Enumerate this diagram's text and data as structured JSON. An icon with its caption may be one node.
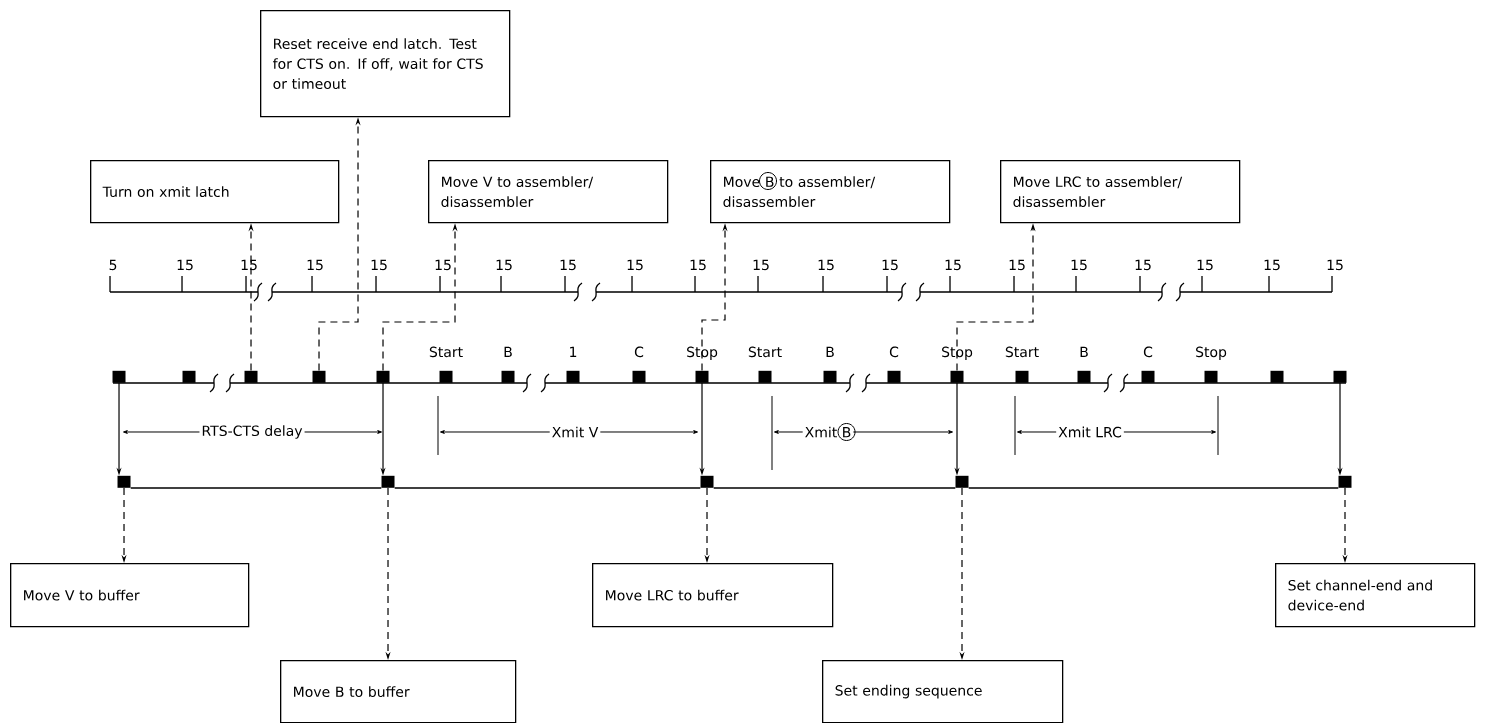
{
  "diagram": {
    "nodes": [
      {
        "text": [
          "Reset receive end latch. Test for CTS on. If off, wait for CTS or timeout"
        ]
      },
      {
        "text": [
          "Turn on xmit latch"
        ]
      },
      {
        "text": [
          "Move V to assembler/ disassembler"
        ]
      },
      {
        "text": [
          "Move B to assembler/ disassembler"
        ]
      },
      {
        "text": [
          "Move LRC to assembler/ disassembler"
        ]
      },
      {
        "text": [],
        "shape": "box"
      },
      {
        "text": [],
        "shape": "box"
      },
      {
        "text": [],
        "shape": "box"
      },
      {
        "text": [],
        "shape": "box"
      },
      {
        "text": [],
        "shape": "box"
      },
      {
        "text": [],
        "shape": "box"
      },
      {
        "text": [],
        "shape": "box"
      },
      {
        "text": [],
        "shape": "box"
      },
      {
        "text": [],
        "shape": "box"
      },
      {
        "text": [],
        "shape": "box"
      },
      {
        "text": [],
        "shape": "box"
      },
      {
        "text": [],
        "shape": "box"
      },
      {
        "text": [],
        "shape": "box"
      },
      {
        "text": [],
        "shape": "box"
      },
      {
        "text": [],
        "shape": "box"
      },
      {
        "text": [],
        "shape": "box"
      },
      {
        "text": [],
        "shape": "box"
      },
      {
        "text": [],
        "shape": "box"
      },
      {
        "text": [],
        "shape": "box"
      },
      {
        "text": [],
        "shape": "box"
      },
      {
        "text": [],
        "shape": "box"
      },
      {
        "text": [],
        "shape": "box"
      },
      {
        "text": [],
        "shape": "box"
      },
      {
        "text": [],
        "shape": "box"
      },
      {
        "text": [],
        "shape": "box"
      },
      {
        "text": [
          "Move V to buffer"
        ]
      },
      {
        "text": [
          "Move LRC to buffer"
        ]
      },
      {
        "text": [
          "Set channel-end and device-end"
        ]
      },
      {
        "text": [
          "Move B to buffer"
        ]
      },
      {
        "text": [
          "Set ending sequence"
        ]
      }
    ],
    "edges": [
      {
        "from": 5,
        "to": 25,
        "arrow": "to"
      },
      {
        "from": 9,
        "to": 26,
        "arrow": "to"
      },
      {
        "from": 14,
        "to": 27,
        "arrow": "to"
      },
      {
        "from": 18,
        "to": 28,
        "arrow": "to"
      },
      {
        "from": 24,
        "to": 29,
        "arrow": "to"
      },
      {
        "from": 7,
        "to": 1,
        "arrow": "to",
        "style": "dashed"
      },
      {
        "from": 8,
        "to": 0,
        "arrow": "to",
        "style": "dashed"
      },
      {
        "from": 9,
        "to": 2,
        "arrow": "to",
        "style": "dashed"
      },
      {
        "from": 14,
        "to": 3,
        "arrow": "to",
        "style": "dashed"
      },
      {
        "from": 18,
        "to": 4,
        "arrow": "to",
        "style": "dashed"
      },
      {
        "from": 25,
        "to": 30,
        "arrow": "to",
        "style": "dashed"
      },
      {
        "from": 26,
        "to": 33,
        "arrow": "to",
        "style": "dashed"
      },
      {
        "from": 27,
        "to": 31,
        "arrow": "to",
        "style": "dashed"
      },
      {
        "from": 28,
        "to": 34,
        "arrow": "to",
        "style": "dashed"
      },
      {
        "from": 29,
        "to": 32,
        "arrow": "to",
        "style": "dashed"
      },
      {
        "from": 25,
        "to": 26,
        "arrow": "none"
      },
      {
        "from": 26,
        "to": 27,
        "arrow": "none"
      },
      {
        "from": 27,
        "to": 28,
        "arrow": "none"
      },
      {
        "from": 28,
        "to": 29,
        "arrow": "none"
      }
    ],
    "labels": [
      "5",
      "15",
      "15",
      "15",
      "15",
      "15",
      "15",
      "15",
      "15",
      "15",
      "15",
      "15",
      "15",
      "15",
      "15",
      "15",
      "15",
      "15",
      "15",
      "15",
      "Start",
      "B",
      "1",
      "C",
      "Stop",
      "Start",
      "B",
      "C",
      "Stop",
      "Start",
      "B",
      "C",
      "Stop",
      "RTS-CTS delay",
      "Xmit V",
      "Xmit B",
      "Xmit LRC"
    ]
  }
}
